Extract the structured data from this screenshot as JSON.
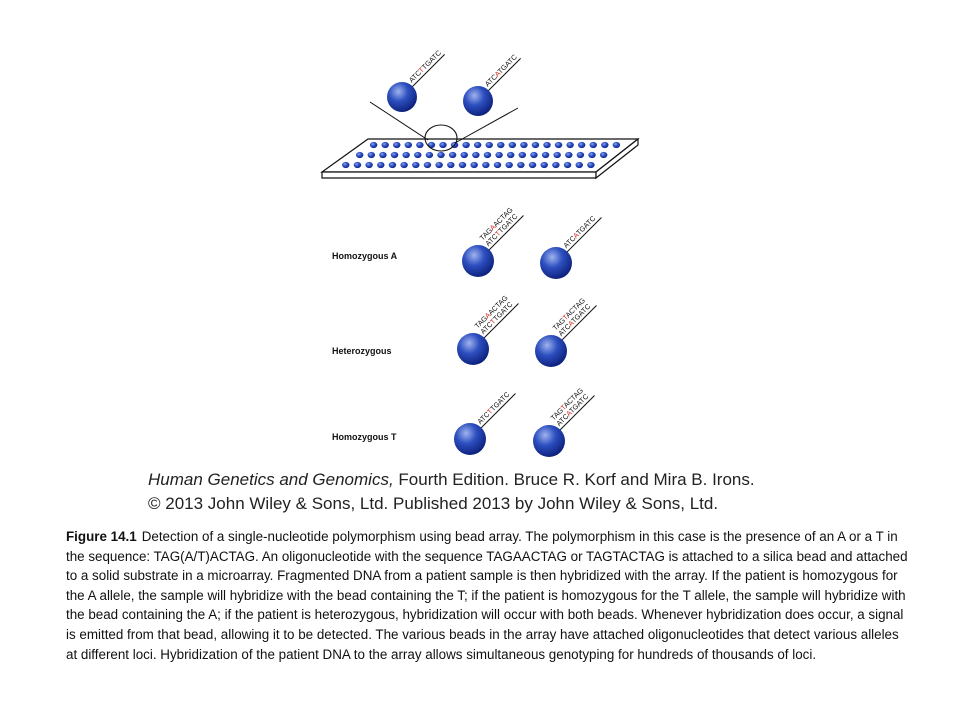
{
  "diagram": {
    "colors": {
      "bead_light": "#9fb3ee",
      "bead_mid": "#2d4fc0",
      "bead_dark": "#0b1e78",
      "allele_highlight": "#d42a1e",
      "slide_fill": "#ffffff",
      "slide_stroke": "#111111"
    },
    "top_probe_left": {
      "pre": "ATC",
      "hl": "T",
      "post": "TGATC"
    },
    "top_probe_right": {
      "pre": "ATC",
      "hl": "A",
      "post": "TGATC"
    },
    "rows": [
      {
        "label": "Homozygous A",
        "left_target": {
          "pre": "TAG",
          "hl": "A",
          "post": "ACTAG"
        },
        "left_probe": {
          "pre": "ATC",
          "hl": "T",
          "post": "TGATC"
        },
        "right_probe": {
          "pre": "ATC",
          "hl": "A",
          "post": "TGATC"
        }
      },
      {
        "label": "Heterozygous",
        "left_target": {
          "pre": "TAG",
          "hl": "A",
          "post": "ACTAG"
        },
        "left_probe": {
          "pre": "ATC",
          "hl": "T",
          "post": "TGATC"
        },
        "right_target": {
          "pre": "TAG",
          "hl": "T",
          "post": "ACTAG"
        },
        "right_probe": {
          "pre": "ATC",
          "hl": "A",
          "post": "TGATC"
        }
      },
      {
        "label": "Homozygous T",
        "left_probe": {
          "pre": "ATC",
          "hl": "T",
          "post": "TGATC"
        },
        "right_target": {
          "pre": "TAG",
          "hl": "T",
          "post": "ACTAG"
        },
        "right_probe": {
          "pre": "ATC",
          "hl": "A",
          "post": "TGATC"
        }
      }
    ]
  },
  "credit": {
    "book_title": "Human Genetics and Genomics,",
    "book_rest": " Fourth Edition. Bruce R. Korf and Mira B. Irons.",
    "copyright": "© 2013 John Wiley & Sons, Ltd. Published 2013 by John Wiley & Sons, Ltd."
  },
  "caption": {
    "label": "Figure 14.1",
    "text": "Detection of a single-nucleotide polymorphism using bead array. The polymorphism in this case is the presence of an A or a T in the sequence: TAG(A/T)ACTAG. An oligonucleotide with the sequence TAGAACTAG or TAGTACTAG is attached to a silica bead and attached to a solid substrate in a microarray. Fragmented DNA from a patient sample is then hybridized with the array. If the patient is homozygous for the A allele, the sample will hybridize with the bead containing the T; if the patient is homozygous for the T allele, the sample will hybridize with the bead containing the A; if the patient is heterozygous, hybridization will occur with both beads. Whenever hybridization does occur, a signal is emitted from that bead, allowing it to be detected. The various beads in the array have attached oligonucleotides that detect various alleles at different loci. Hybridization of the patient DNA to the array allows simultaneous genotyping for hundreds of thousands of loci."
  }
}
